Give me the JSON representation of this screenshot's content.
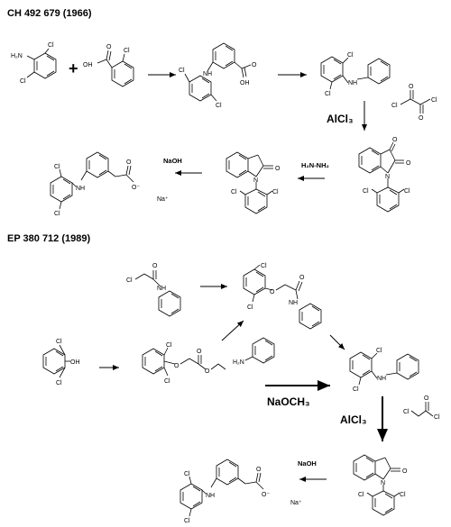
{
  "headers": {
    "route1": "CH 492 679 (1966)",
    "route2": "EP 380 712 (1989)"
  },
  "reagents": {
    "alcl3_1": "AlCl₃",
    "hydrazine": "H₂N-NH₂",
    "naoh_1": "NaOH",
    "na_1": "Na⁺",
    "naoch3": "NaOCH₃",
    "alcl3_2": "AlCl₃",
    "naoh_2": "NaOH",
    "na_2": "Na⁺",
    "plus": "+"
  },
  "atoms": {
    "cl": "Cl",
    "nh": "NH",
    "h2n": "H₂N",
    "oh": "OH",
    "o": "O",
    "om": "O⁻",
    "n": "N"
  }
}
